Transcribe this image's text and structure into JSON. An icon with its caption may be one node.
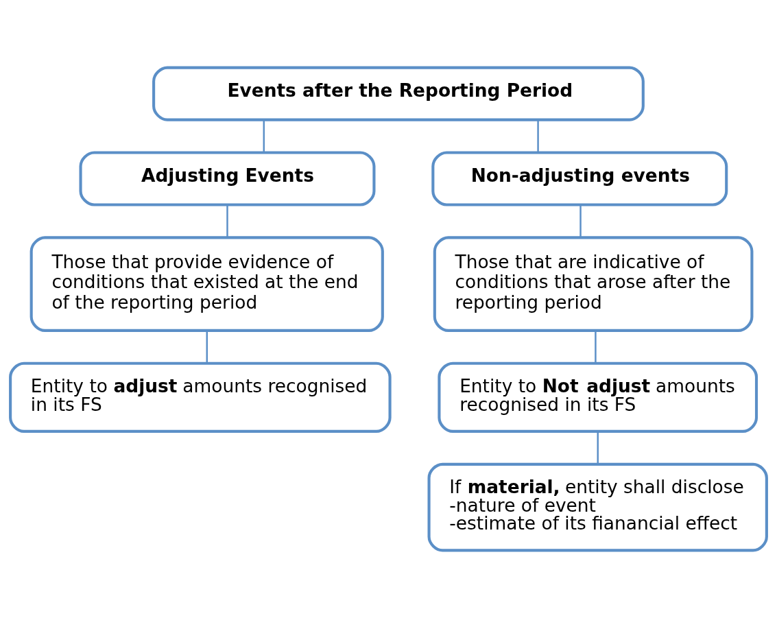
{
  "diagram": {
    "nodes": [
      {
        "text": [
          "Events after the Reporting Period"
        ]
      },
      {
        "text": [
          "Adjusting Events"
        ]
      },
      {
        "text": [
          "Non-adjusting events"
        ]
      },
      {
        "text": [
          "Those that provide evidence of conditions that existed at the end of the reporting period"
        ]
      },
      {
        "text": [
          "Entity to **adjust** amounts recognised in its FS"
        ]
      },
      {
        "text": [
          "Those that are indicative of conditions that arose after the reporting period"
        ]
      },
      {
        "text": [
          "Entity to **Not adjust** amounts recognised in its FS"
        ]
      },
      {
        "text": [
          "If **material,** entity shall disclose",
          "-nature of event",
          "-estimate of its fianancial effect"
        ]
      }
    ],
    "edges": [
      {
        "from": 0,
        "to": 1,
        "arrow": "none"
      },
      {
        "from": 0,
        "to": 2,
        "arrow": "none"
      },
      {
        "from": 1,
        "to": 3,
        "arrow": "none"
      },
      {
        "from": 3,
        "to": 4,
        "arrow": "none"
      },
      {
        "from": 2,
        "to": 5,
        "arrow": "none"
      },
      {
        "from": 5,
        "to": 6,
        "arrow": "none"
      },
      {
        "from": 6,
        "to": 7,
        "arrow": "none"
      }
    ]
  }
}
